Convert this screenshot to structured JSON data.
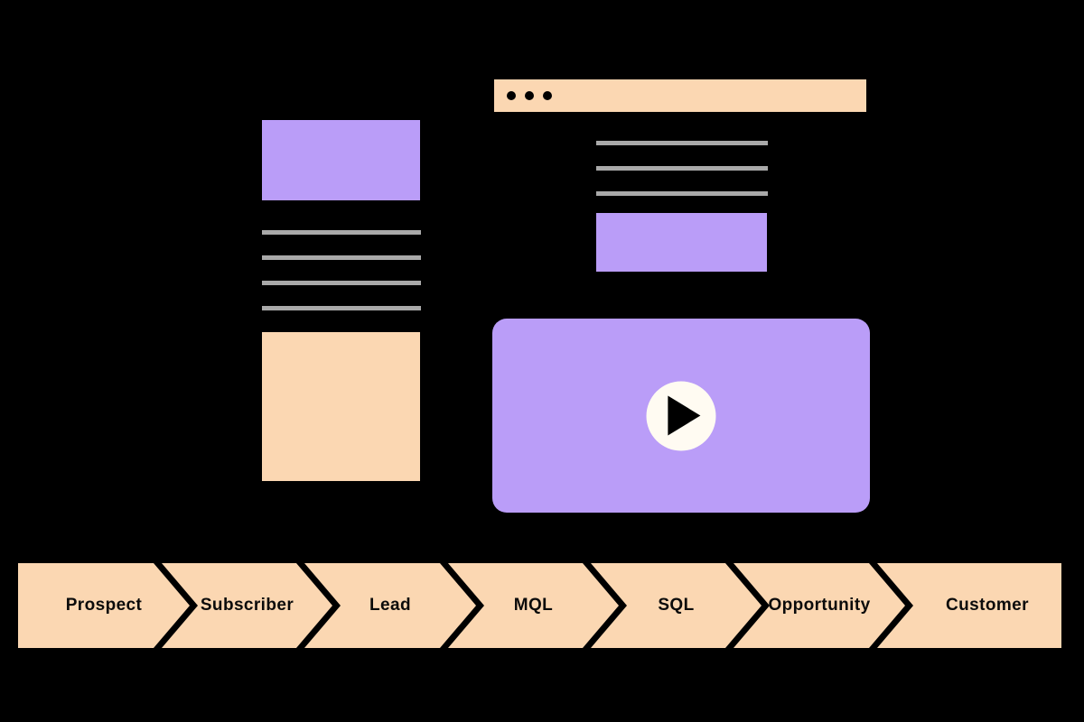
{
  "colors": {
    "peach": "#FBD7B2",
    "purple": "#BA9DF8",
    "gray_line": "#A9A9A9",
    "play_bg": "#FFFBF2",
    "text": "#0B0B0B",
    "bg": "#000000"
  },
  "video": {
    "play_icon": "play-icon"
  },
  "browser": {
    "window_dots": 3
  },
  "funnel": {
    "stages": [
      {
        "label": "Prospect"
      },
      {
        "label": "Subscriber"
      },
      {
        "label": "Lead"
      },
      {
        "label": "MQL"
      },
      {
        "label": "SQL"
      },
      {
        "label": "Opportunity"
      },
      {
        "label": "Customer"
      }
    ]
  }
}
